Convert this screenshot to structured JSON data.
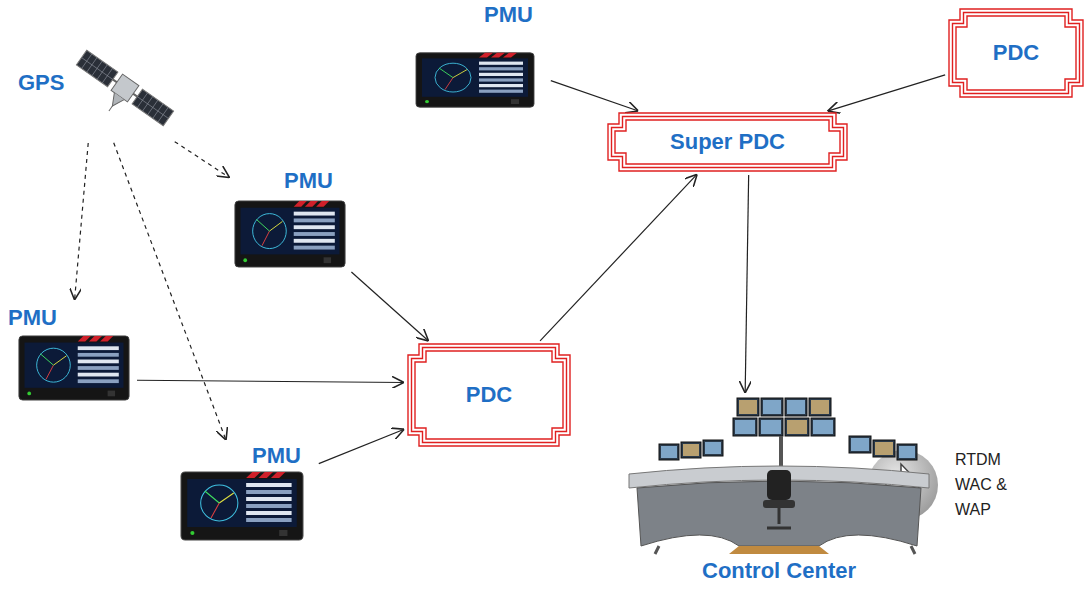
{
  "diagram": {
    "nodes": [
      {
        "text": [
          "GPS"
        ]
      },
      {
        "text": [
          "PMU"
        ]
      },
      {
        "text": [
          "Super PDC"
        ]
      },
      {
        "text": [
          "PDC"
        ]
      },
      {
        "text": [
          "PMU"
        ]
      },
      {
        "text": [
          "PMU"
        ]
      },
      {
        "text": [
          "PDC"
        ]
      },
      {
        "text": [
          "PMU"
        ]
      },
      {
        "text": [
          "Control Center"
        ]
      }
    ],
    "edges": [
      {
        "from": 0,
        "to": 4,
        "arrow": "to"
      },
      {
        "from": 0,
        "to": 5,
        "arrow": "to"
      },
      {
        "from": 0,
        "to": 7,
        "arrow": "to"
      },
      {
        "from": 1,
        "to": 2,
        "arrow": "to"
      },
      {
        "from": 3,
        "to": 2,
        "arrow": "to"
      },
      {
        "from": 4,
        "to": 6,
        "arrow": "to"
      },
      {
        "from": 5,
        "to": 6,
        "arrow": "to"
      },
      {
        "from": 7,
        "to": 6,
        "arrow": "to"
      },
      {
        "from": 6,
        "to": 2,
        "arrow": "to"
      },
      {
        "from": 2,
        "to": 8,
        "arrow": "to"
      }
    ],
    "labels": [
      "RTDM WAC & WAP"
    ]
  }
}
